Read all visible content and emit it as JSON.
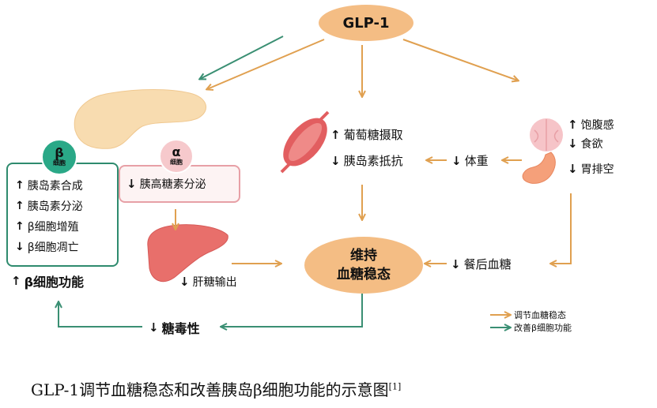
{
  "title": "GLP-1",
  "core": {
    "line1": "维持",
    "line2": "血糖稳态"
  },
  "beta_cell": {
    "symbol": "β",
    "sub": "细胞",
    "items": [
      {
        "arrow": "↑",
        "text": "胰岛素合成"
      },
      {
        "arrow": "↑",
        "text": "胰岛素分泌"
      },
      {
        "arrow": "↑",
        "text": "β细胞增殖"
      },
      {
        "arrow": "↓",
        "text": "β细胞凋亡"
      }
    ],
    "function": {
      "arrow": "↑",
      "text": "β细胞功能"
    }
  },
  "alpha_cell": {
    "symbol": "α",
    "sub": "细胞",
    "arrow": "↓",
    "text": "胰高糖素分泌"
  },
  "liver": {
    "arrow": "↓",
    "text": "肝糖输出"
  },
  "muscle": [
    {
      "arrow": "↑",
      "text": "葡萄糖摄取"
    },
    {
      "arrow": "↓",
      "text": "胰岛素抵抗"
    }
  ],
  "weight": {
    "arrow": "↓",
    "text": "体重"
  },
  "brain": [
    {
      "arrow": "↑",
      "text": "饱腹感"
    },
    {
      "arrow": "↓",
      "text": "食欲"
    }
  ],
  "stomach": {
    "arrow": "↓",
    "text": "胃排空"
  },
  "postprandial": {
    "arrow": "↓",
    "text": "餐后血糖"
  },
  "glucotoxicity": {
    "arrow": "↓",
    "text": "糖毒性"
  },
  "legend": [
    {
      "text": "调节血糖稳态",
      "color": "#e0a050"
    },
    {
      "text": "改善β细胞功能",
      "color": "#3a8f73"
    }
  ],
  "caption": {
    "text": "GLP-1调节血糖稳态和改善胰岛β细胞功能的示意图",
    "ref": "[1]"
  }
}
